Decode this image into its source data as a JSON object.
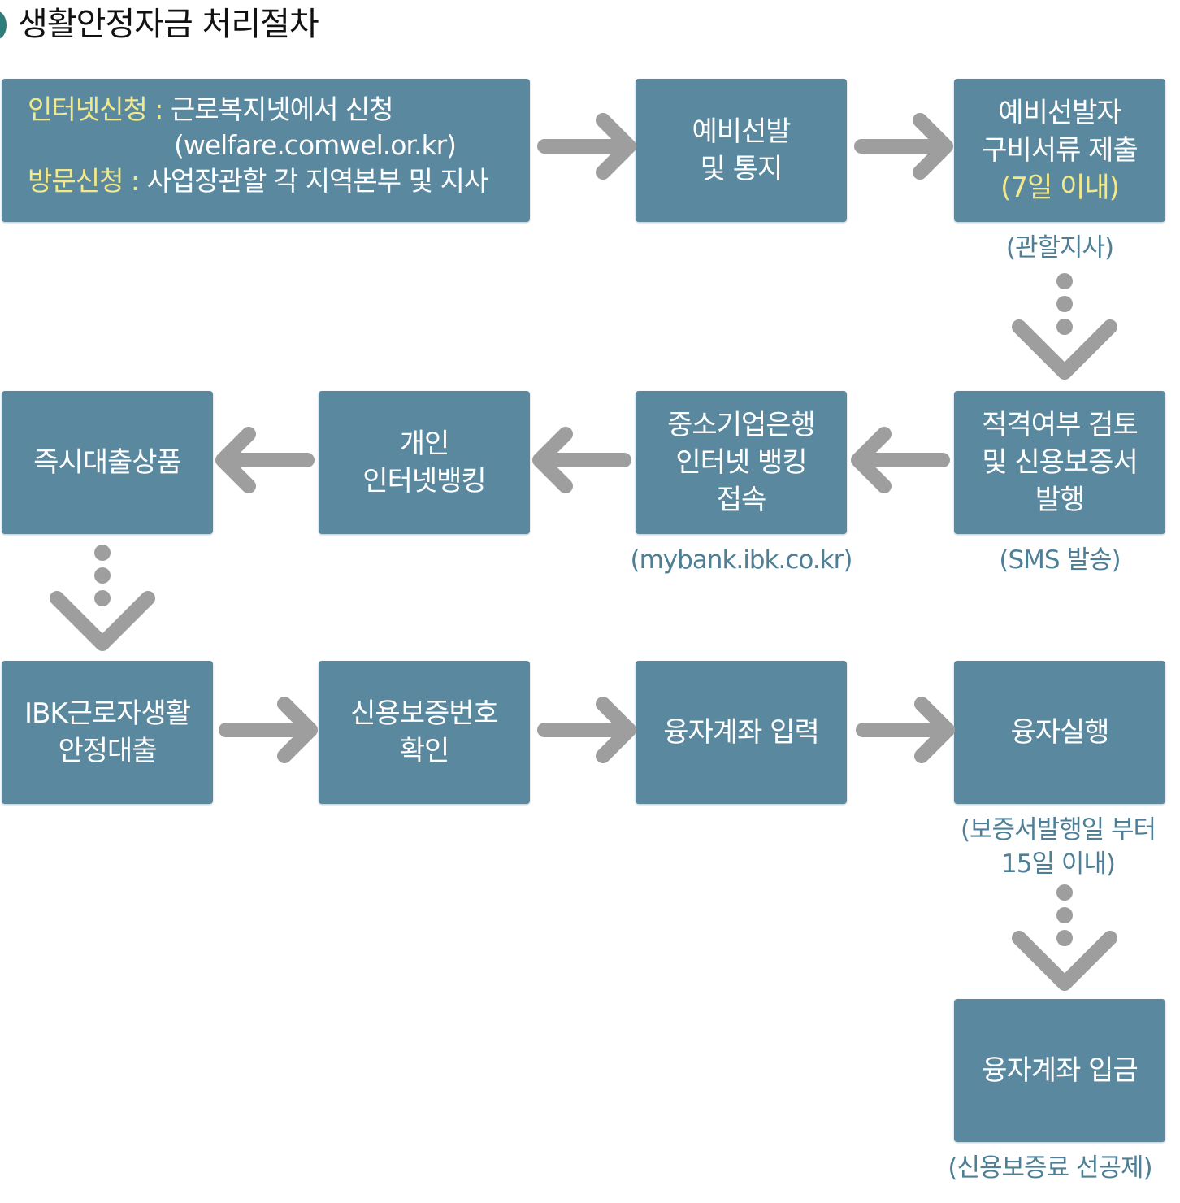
{
  "title": "생활안정자금 처리절차",
  "steps": {
    "apply": {
      "internet_label": "인터넷신청 :",
      "internet_text": "근로복지넷에서 신청",
      "internet_url": "(welfare.comwel.or.kr)",
      "visit_label": "방문신청 :",
      "visit_text": "사업장관할 각 지역본부 및 지사"
    },
    "preselect": {
      "line1": "예비선발",
      "line2": "및 통지"
    },
    "submit_docs": {
      "line1": "예비선발자",
      "line2": "구비서류 제출",
      "line3": "(7일 이내)",
      "caption": "(관할지사)"
    },
    "review": {
      "line1": "적격여부 검토",
      "line2": "및 신용보증서",
      "line3": "발행",
      "caption": "(SMS 발송)"
    },
    "ibk_access": {
      "line1": "중소기업은행",
      "line2": "인터넷 뱅킹",
      "line3": "접속",
      "caption": "(mybank.ibk.co.kr)"
    },
    "personal_banking": {
      "line1": "개인",
      "line2": "인터넷뱅킹"
    },
    "instant_loan": {
      "line1": "즉시대출상품"
    },
    "ibk_loan": {
      "line1": "IBK근로자생활",
      "line2": "안정대출"
    },
    "guarantee_check": {
      "line1": "신용보증번호",
      "line2": "확인"
    },
    "account_input": {
      "line1": "융자계좌 입력"
    },
    "execute_loan": {
      "line1": "융자실행",
      "caption_line1": "(보증서발행일 부터",
      "caption_line2": "15일 이내)"
    },
    "deposit": {
      "line1": "융자계좌 입금",
      "caption": "(신용보증료 선공제)"
    }
  },
  "colors": {
    "box": "#5a889f",
    "box_text": "#ffffff",
    "highlight": "#f2e98a",
    "arrow": "#9e9e9e",
    "caption": "#4e7f96",
    "title_bullet": "#2f7d7a"
  },
  "icons": {
    "right_arrow": "chevron-right-arrow-icon",
    "left_arrow": "chevron-left-arrow-icon",
    "down_arrow": "dotted-chevron-down-arrow-icon"
  }
}
